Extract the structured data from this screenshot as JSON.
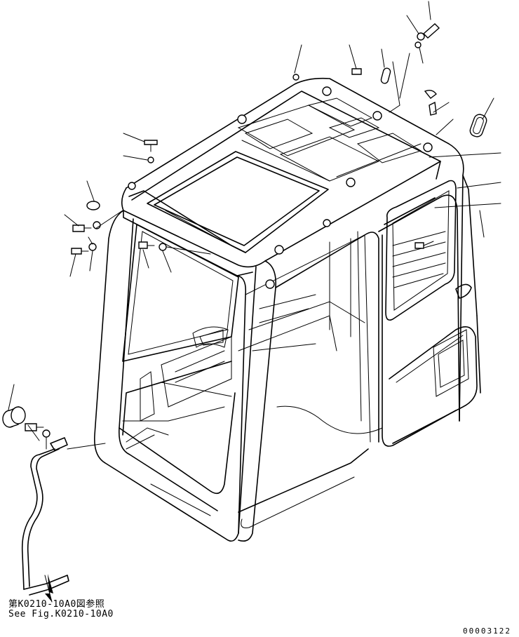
{
  "reference_note": {
    "japanese": "第K0210-10A0図参照",
    "english": "See Fig.K0210-10A0"
  },
  "drawing_code": "00003122"
}
